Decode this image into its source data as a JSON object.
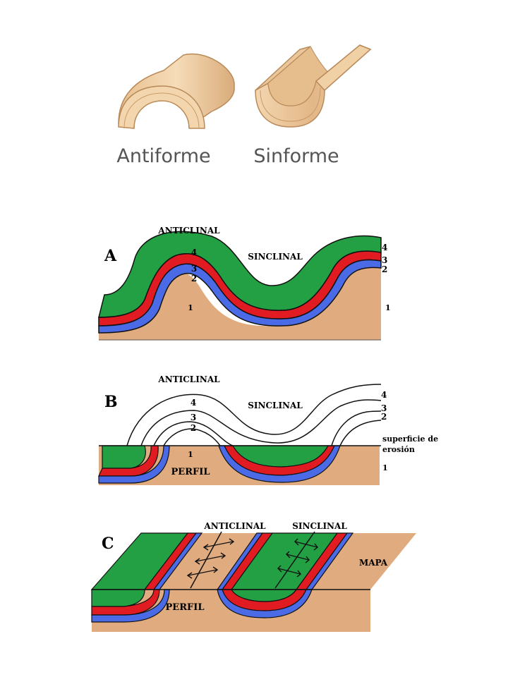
{
  "top_panel": {
    "antiform_label": "Antiforme",
    "synform_label": "Sinforme"
  },
  "panel_a": {
    "letter": "A",
    "anticline": "ANTICLINAL",
    "syncline": "SINCLINAL",
    "layer_4": "4",
    "layer_3": "3",
    "layer_2": "2",
    "layer_1": "1"
  },
  "panel_b": {
    "letter": "B",
    "anticline": "ANTICLINAL",
    "syncline": "SINCLINAL",
    "layer_4": "4",
    "layer_3": "3",
    "layer_2": "2",
    "layer_1": "1",
    "erosion_surface": "superficie de",
    "erosion_surface_2": "erosión",
    "profile": "PERFIL"
  },
  "panel_c": {
    "letter": "C",
    "anticline": "ANTICLINAL",
    "syncline": "SINCLINAL",
    "map": "MAPA",
    "profile": "PERFIL"
  },
  "colors": {
    "layer_4": "#23a044",
    "layer_3": "#e01b22",
    "layer_2": "#4a6ae6",
    "layer_1": "#e0ab7e",
    "cylinder_light": "#f0d3ac",
    "cylinder_dark": "#d6a776"
  }
}
